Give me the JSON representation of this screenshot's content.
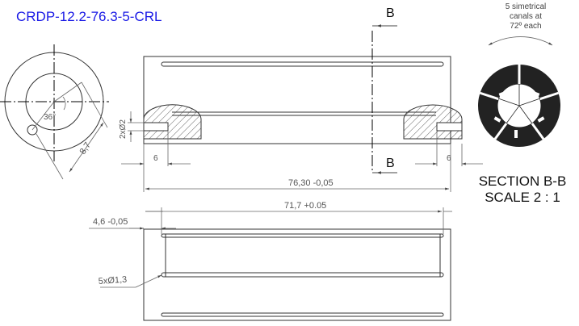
{
  "part_number": "CRDP-12.2-76.3-5-CRL",
  "section": {
    "letter": "B",
    "title": "SECTION B-B",
    "scale": "SCALE 2 : 1",
    "note_line1": "5 simetrical",
    "note_line2": "canals at",
    "note_line3": "72º each"
  },
  "dimensions": {
    "length_total": "76,30 -0,05",
    "length_inner": "71,7 +0.05",
    "pocket_left": "6",
    "pocket_right": "6",
    "groove": "2xØ2",
    "offset": "4,6 -0,05",
    "holes": "5xØ1,3",
    "radius": "8,7",
    "angle": "36°"
  },
  "colors": {
    "title": "#1a1ae6",
    "line": "#333333",
    "dim": "#666666"
  }
}
